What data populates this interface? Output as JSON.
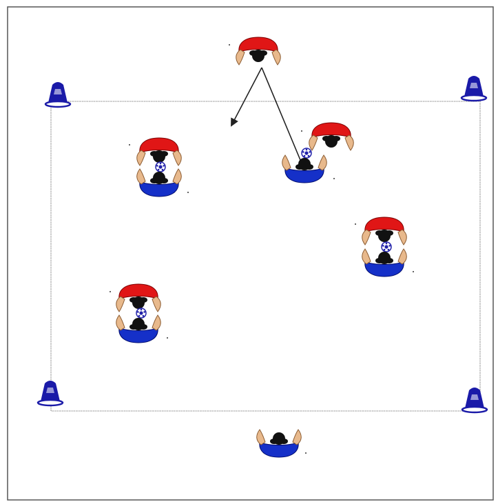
{
  "colors": {
    "frame": "#555555",
    "field_line": "#9a9a9a",
    "cone": "#1a1aa8",
    "red_shirt": "#e01616",
    "blue_shirt": "#1530c8",
    "skin": "#e8b98c",
    "hair": "#111111",
    "ball": "#2222aa",
    "arrow": "#222222"
  },
  "icons": {
    "cone": "cone-icon",
    "red_player": "player-red-icon",
    "blue_player": "player-blue-icon",
    "ball": "ball-icon",
    "arrow": "arrow-icon"
  },
  "cones": 4,
  "red_players": 5,
  "blue_players": 5,
  "balls": 4,
  "pass_arrows": 2,
  "text": ""
}
